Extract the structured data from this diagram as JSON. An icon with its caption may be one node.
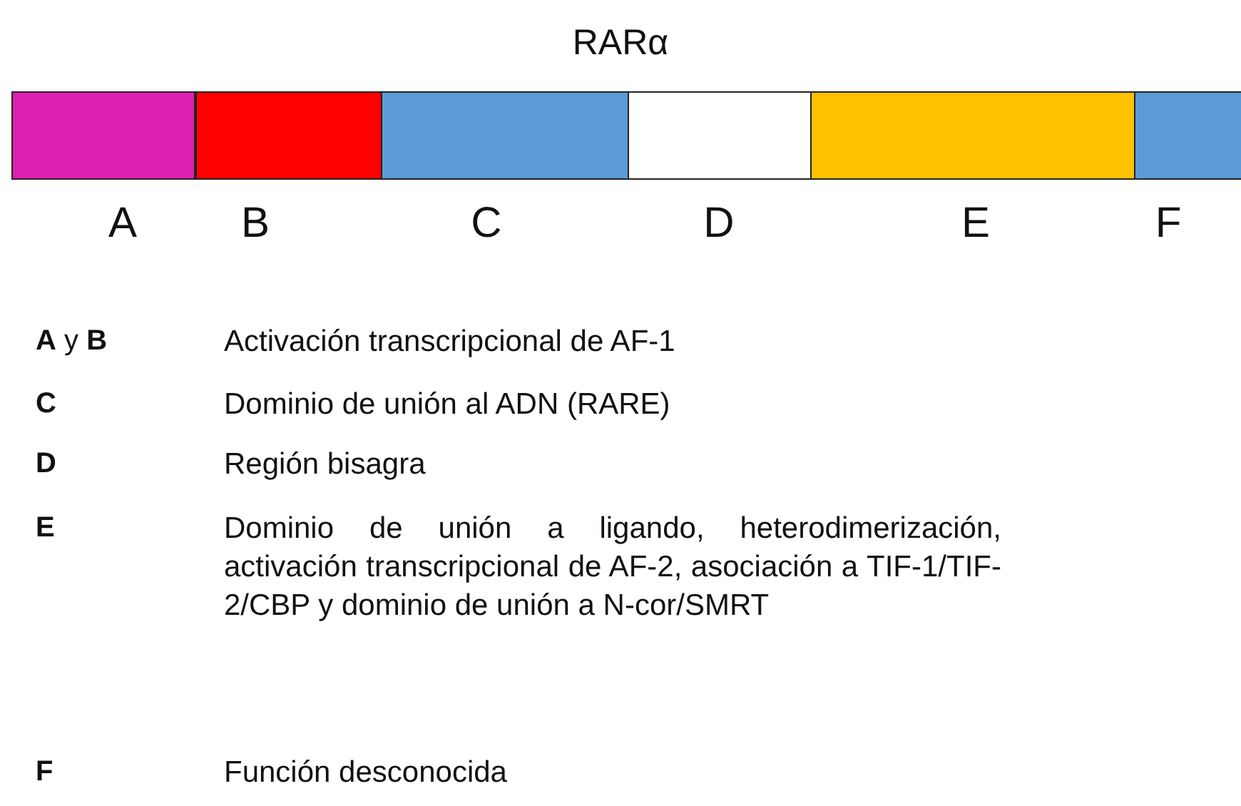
{
  "diagram": {
    "title": "RARα",
    "nodes": [
      {
        "text": [],
        "shape": "box",
        "beside": [
          "A"
        ]
      },
      {
        "text": [],
        "shape": "box",
        "beside": [
          "B"
        ]
      },
      {
        "text": [],
        "shape": "box",
        "beside": [
          "C"
        ]
      },
      {
        "text": [],
        "shape": "box",
        "beside": [
          "D"
        ]
      },
      {
        "text": [],
        "shape": "box",
        "beside": [
          "E"
        ]
      },
      {
        "text": [],
        "shape": "box",
        "beside": [
          "F"
        ]
      }
    ],
    "labels": [
      "**A** y **B**",
      "Activación transcripcional de AF-1",
      "C",
      "Dominio de unión al ADN (RARE)",
      "D",
      "Región bisagra",
      "E",
      "Dominio de unión a ligando, heterodimerización, activación transcripcional de AF-2, asociación a TIF-1/TIF-2/CBP y dominio de unión a N-cor/SMRT",
      "F",
      "Función desconocida"
    ]
  }
}
